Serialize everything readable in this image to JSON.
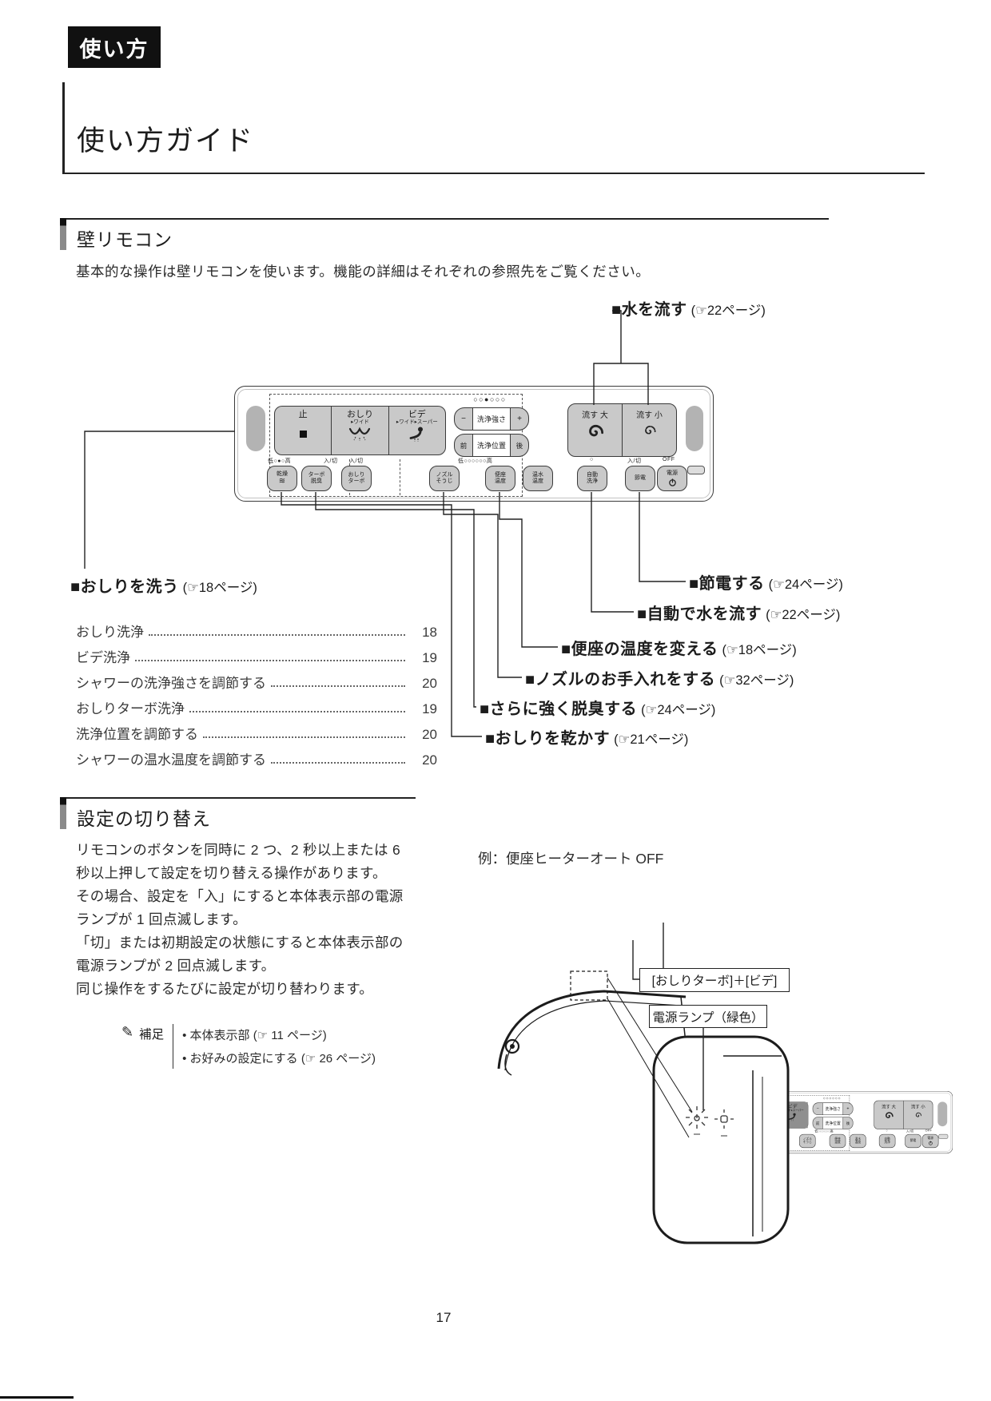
{
  "page": {
    "tag": "使い方",
    "title": "使い方ガイド",
    "number": "17"
  },
  "wall_remote_section": {
    "heading": "壁リモコン",
    "intro": "基本的な操作は壁リモコンを使います。機能の詳細はそれぞれの参照先をご覧ください。"
  },
  "remote": {
    "stop": "止",
    "oshiri": "おしり",
    "oshiri_sub": "▸ワイド",
    "bidet": "ビデ",
    "bidet_sub": "▸ワイド▸スーパー",
    "minus": "−",
    "strength": "洗浄強さ",
    "plus": "+",
    "front": "前",
    "position": "洗浄位置",
    "back": "後",
    "dots": "○○●○○○",
    "dots_mini": "○○○○○○",
    "flush_big": "流す 大",
    "flush_small": "流す 小",
    "small_buttons": {
      "dry": "乾燥",
      "dry_icon": "≋",
      "turbo_deo_1": "ターボ",
      "turbo_deo_2": "脱臭",
      "oshiri_turbo_1": "おしり",
      "oshiri_turbo_2": "ターボ",
      "nozzle_1": "ノズル",
      "nozzle_2": "そうじ",
      "seat_temp_1": "便座",
      "seat_temp_2": "温度",
      "water_temp_1": "温水",
      "water_temp_2": "温度",
      "auto_flush_1": "自動",
      "auto_flush_2": "洗浄",
      "eco": "節電",
      "power": "電源"
    },
    "tiny_labels": {
      "dry_level": "低○●○高",
      "dry_onoff": "入/切",
      "oshiri_turbo_onoff": "入/切",
      "temp_level": "低○○○○○○高",
      "auto_lamp": "○",
      "eco_onoff": "入/切",
      "power_off": "OFF"
    }
  },
  "callouts": {
    "flush": {
      "label": "■水を流す",
      "ref": "(☞22ページ)"
    },
    "wash": {
      "label": "■おしりを洗う",
      "ref": "(☞18ページ)"
    },
    "right": [
      {
        "label": "■節電する",
        "ref": "(☞24ページ)"
      },
      {
        "label": "■自動で水を流す",
        "ref": "(☞22ページ)"
      },
      {
        "label": "■便座の温度を変える",
        "ref": "(☞18ページ)"
      },
      {
        "label": "■ノズルのお手入れをする",
        "ref": "(☞32ページ)"
      },
      {
        "label": "■さらに強く脱臭する",
        "ref": "(☞24ページ)"
      },
      {
        "label": "■おしりを乾かす",
        "ref": "(☞21ページ)"
      }
    ]
  },
  "toc": [
    {
      "label": "おしり洗浄",
      "page": "18"
    },
    {
      "label": "ビデ洗浄",
      "page": "19"
    },
    {
      "label": "シャワーの洗浄強さを調節する",
      "page": "20"
    },
    {
      "label": "おしりターボ洗浄",
      "page": "19"
    },
    {
      "label": "洗浄位置を調節する",
      "page": "20"
    },
    {
      "label": "シャワーの温水温度を調節する",
      "page": "20"
    }
  ],
  "settings_section": {
    "heading": "設定の切り替え",
    "body": "リモコンのボタンを同時に 2 つ、2 秒以上または 6\n秒以上押して設定を切り替える操作があります。\nその場合、設定を「入」にすると本体表示部の電源\nランプが 1 回点滅します。\n「切」または初期設定の状態にすると本体表示部の\n電源ランプが 2 回点滅します。\n同じ操作をするたびに設定が切り替わります。",
    "note_icon": "✎",
    "note_label": "補足",
    "notes": [
      "• 本体表示部 (☞ 11 ページ)",
      "• お好みの設定にする (☞ 26 ページ)"
    ],
    "example_title": "例：便座ヒーターオート OFF",
    "combo_label": "[おしりターボ]＋[ビデ]",
    "lamp_label": "電源ランプ（緑色）"
  }
}
